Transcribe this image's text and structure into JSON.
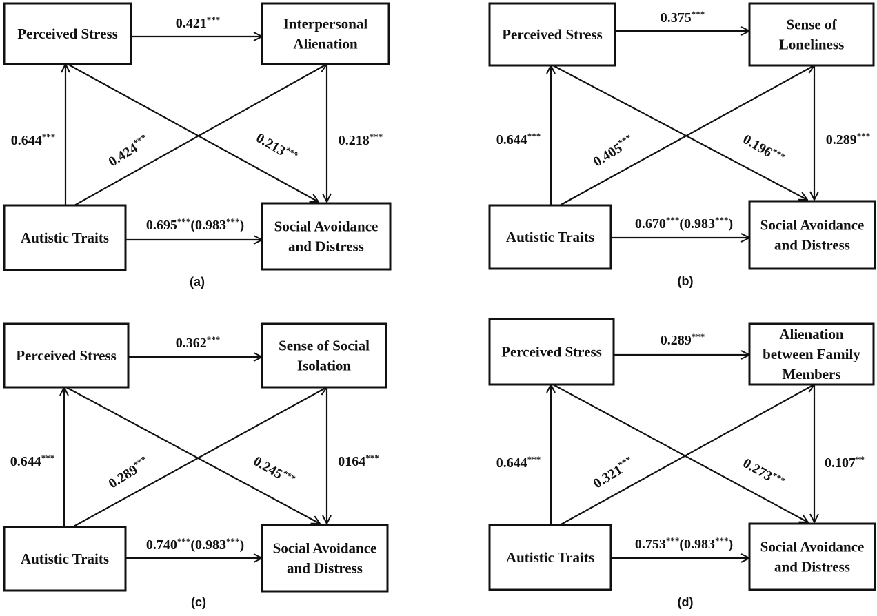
{
  "panels": [
    {
      "letter": "(a)",
      "nodes": {
        "stress": [
          "Perceived Stress"
        ],
        "mediator": [
          "Interpersonal",
          "Alienation"
        ],
        "traits": [
          "Autistic Traits"
        ],
        "outcome": [
          "Social Avoidance",
          "and Distress"
        ]
      },
      "paths": {
        "traits_to_stress": {
          "value": "0.644",
          "sig": "***"
        },
        "stress_to_mediator": {
          "value": "0.421",
          "sig": "***"
        },
        "traits_to_mediator": {
          "value": "0.424",
          "sig": "***"
        },
        "stress_to_outcome": {
          "value": "0.213",
          "sig": "***"
        },
        "mediator_to_outcome": {
          "value": "0.218",
          "sig": "***"
        },
        "traits_to_outcome": {
          "value": "0.695",
          "sig": "***",
          "total_value": "(0.983",
          "total_sig": "***",
          "total_close": ")"
        }
      }
    },
    {
      "letter": "(b)",
      "nodes": {
        "stress": [
          "Perceived Stress"
        ],
        "mediator": [
          "Sense of",
          "Loneliness"
        ],
        "traits": [
          "Autistic Traits"
        ],
        "outcome": [
          "Social Avoidance",
          "and Distress"
        ]
      },
      "paths": {
        "traits_to_stress": {
          "value": "0.644",
          "sig": "***"
        },
        "stress_to_mediator": {
          "value": "0.375",
          "sig": "***"
        },
        "traits_to_mediator": {
          "value": "0.405",
          "sig": "***"
        },
        "stress_to_outcome": {
          "value": "0.196",
          "sig": "***"
        },
        "mediator_to_outcome": {
          "value": "0.289",
          "sig": "***"
        },
        "traits_to_outcome": {
          "value": "0.670",
          "sig": "***",
          "total_value": "(0.983",
          "total_sig": "***",
          "total_close": ")"
        }
      }
    },
    {
      "letter": "(c)",
      "nodes": {
        "stress": [
          "Perceived Stress"
        ],
        "mediator": [
          "Sense of Social",
          "Isolation"
        ],
        "traits": [
          "Autistic Traits"
        ],
        "outcome": [
          "Social Avoidance",
          "and Distress"
        ]
      },
      "paths": {
        "traits_to_stress": {
          "value": "0.644",
          "sig": "***"
        },
        "stress_to_mediator": {
          "value": "0.362",
          "sig": "***"
        },
        "traits_to_mediator": {
          "value": "0.289",
          "sig": "***"
        },
        "stress_to_outcome": {
          "value": "0.245",
          "sig": "***"
        },
        "mediator_to_outcome": {
          "value": "0164",
          "sig": "***"
        },
        "traits_to_outcome": {
          "value": "0.740",
          "sig": "***",
          "total_value": "(0.983",
          "total_sig": "***",
          "total_close": ")"
        }
      }
    },
    {
      "letter": "(d)",
      "nodes": {
        "stress": [
          "Perceived Stress"
        ],
        "mediator": [
          "Alienation",
          "between Family",
          "Members"
        ],
        "traits": [
          "Autistic Traits"
        ],
        "outcome": [
          "Social Avoidance",
          "and Distress"
        ]
      },
      "paths": {
        "traits_to_stress": {
          "value": "0.644",
          "sig": "***"
        },
        "stress_to_mediator": {
          "value": "0.289",
          "sig": "***"
        },
        "traits_to_mediator": {
          "value": "0.321",
          "sig": "***"
        },
        "stress_to_outcome": {
          "value": "0.273",
          "sig": "***"
        },
        "mediator_to_outcome": {
          "value": "0.107",
          "sig": "**"
        },
        "traits_to_outcome": {
          "value": "0.753",
          "sig": "***",
          "total_value": "(0.983",
          "total_sig": "***",
          "total_close": ")"
        }
      }
    }
  ]
}
